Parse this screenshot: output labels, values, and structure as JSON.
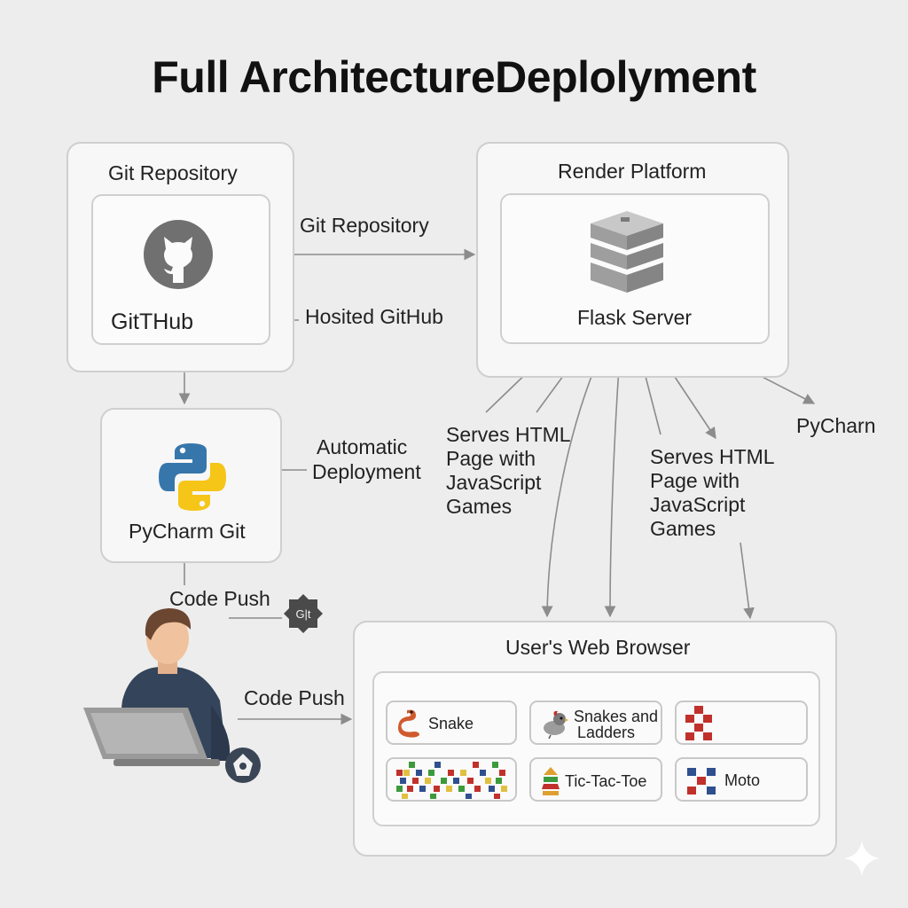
{
  "title": "Full ArchitectureDeplolyment",
  "git_box": {
    "title": "Git Repository",
    "inner_label": "GitTHub"
  },
  "render_box": {
    "title": "Render Platform",
    "inner_label": "Flask Server"
  },
  "pycharm_box": {
    "label": "PyCharm Git"
  },
  "browser_box": {
    "title": "User's Web Browser"
  },
  "edge_labels": {
    "git_to_render": "Git Repository",
    "hosted": "Hosited GitHub",
    "automatic_line1": "Automatic",
    "automatic_line2": "Deployment",
    "code_push_top": "Code Push",
    "code_push_bottom": "Code Push",
    "serves_left": [
      "Serves HTML",
      "Page with",
      "JavaScript",
      "Games"
    ],
    "serves_right": [
      "Serves HTML",
      "Page with",
      "JavaScript",
      "Games"
    ],
    "pycharm_right": "PyCharn"
  },
  "games": [
    {
      "label": "Snake",
      "icon": "snake-icon"
    },
    {
      "label_line1": "Snakes and",
      "label_line2": "Ladders",
      "icon": "bird-icon"
    },
    {
      "label": "",
      "icon": "red-blocks-icon"
    },
    {
      "label": "",
      "icon": "colored-grid-icon"
    },
    {
      "label": "Tic-Tac-Toe",
      "icon": "stacked-cone-icon"
    },
    {
      "label": "Moto",
      "icon": "red-blue-blocks-icon"
    }
  ],
  "colors": {
    "background": "#ededed",
    "box_border": "#cfcfcf",
    "arrow": "#8c8c8c",
    "github_gray": "#707070",
    "python_blue": "#3776ab",
    "python_yellow": "#f5c518",
    "person_shirt": "#34445a",
    "laptop": "#9a9a9a",
    "red_block": "#c0312b",
    "blue_block": "#2f4f8f"
  }
}
